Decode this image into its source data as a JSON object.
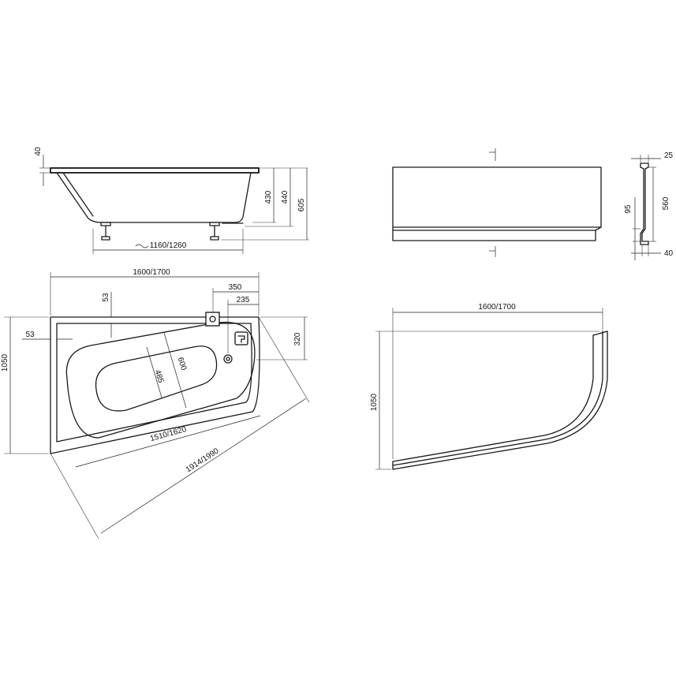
{
  "side_view": {
    "dim_rim": "40",
    "dim_depth_inner": "430",
    "dim_depth_outer": "440",
    "dim_total_height": "605",
    "dim_bottom_length": "1160/1260"
  },
  "panel_view": {
    "dim_top_lip": "25",
    "dim_panel_height": "560",
    "dim_plinth": "95",
    "dim_bottom_recess": "40"
  },
  "plan_view": {
    "dim_length": "1600/1700",
    "dim_width": "1050",
    "dim_rim_top": "53",
    "dim_rim_left": "53",
    "dim_tap_offset": "350",
    "dim_drain_offset": "235",
    "dim_corner_depth": "320",
    "dim_inner_width": "600",
    "dim_bottom_width": "485",
    "dim_inner_length": "1510/1620",
    "dim_diagonal": "1914/1990"
  },
  "panel_plan": {
    "dim_length": "1600/1700",
    "dim_width": "1050"
  }
}
